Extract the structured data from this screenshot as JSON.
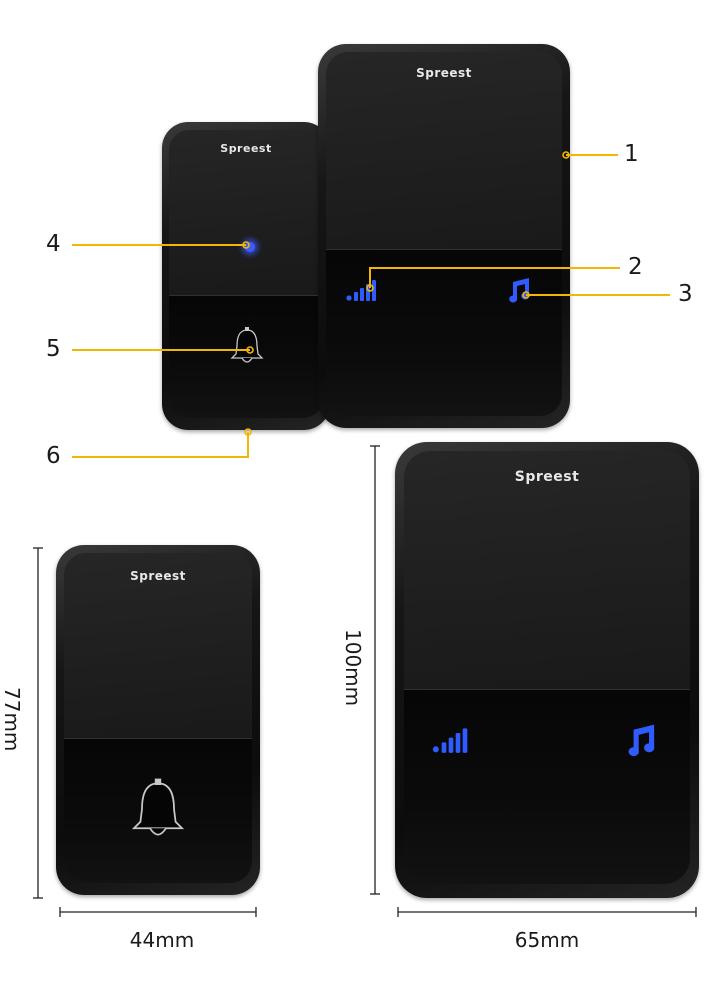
{
  "brand": "Spreest",
  "callouts": [
    "1",
    "2",
    "3",
    "4",
    "5",
    "6"
  ],
  "dimensions": {
    "small_height": "77mm",
    "small_width": "44mm",
    "large_height": "100mm",
    "large_width": "65mm"
  },
  "colors": {
    "callout": "#f2b705",
    "indicator": "#2f5bff"
  },
  "icons": [
    "signal-icon",
    "music-note-icon",
    "bell-icon",
    "led-indicator-icon"
  ]
}
